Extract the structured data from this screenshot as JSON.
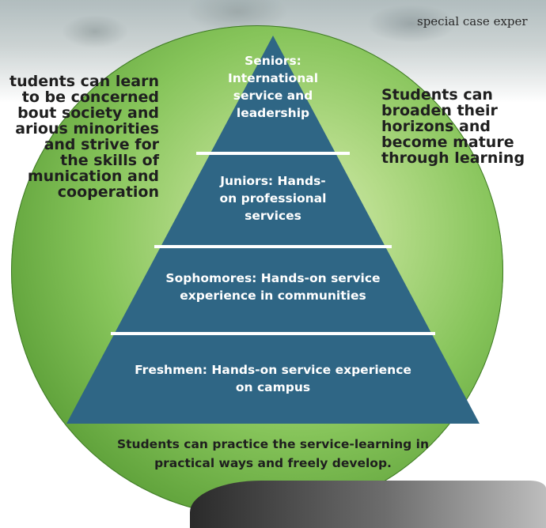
{
  "caption": "special case exper",
  "pyramid": {
    "tiers": [
      {
        "label": "Seniors: International service and leadership",
        "lines": [
          "Seniors:",
          "International",
          "service and",
          "leadership"
        ]
      },
      {
        "label": "Juniors: Hands-on professional services",
        "lines": [
          "Juniors: Hands-",
          "on professional",
          "services"
        ]
      },
      {
        "label": "Sophomores: Hands-on service experience in communities",
        "lines": [
          "Sophomores: Hands-on service",
          "experience in communities"
        ]
      },
      {
        "label": "Freshmen: Hands-on service experience on campus",
        "lines": [
          "Freshmen: Hands-on service experience",
          "on campus"
        ]
      }
    ]
  },
  "left_text": {
    "lines": [
      "tudents can learn",
      "to be concerned",
      "bout society and",
      "arious minorities",
      "and strive for",
      "the skills of",
      "munication and",
      "cooperation"
    ]
  },
  "right_text": {
    "lines": [
      "Students can",
      "broaden their",
      "horizons and",
      "become mature",
      "through learning"
    ]
  },
  "bottom_text": {
    "lines": [
      "Students can practice the service-learning in",
      "practical ways and freely develop."
    ]
  },
  "colors": {
    "pyramid": "#2f6685",
    "circle_green": "#6db045",
    "divider": "#ffffff"
  }
}
